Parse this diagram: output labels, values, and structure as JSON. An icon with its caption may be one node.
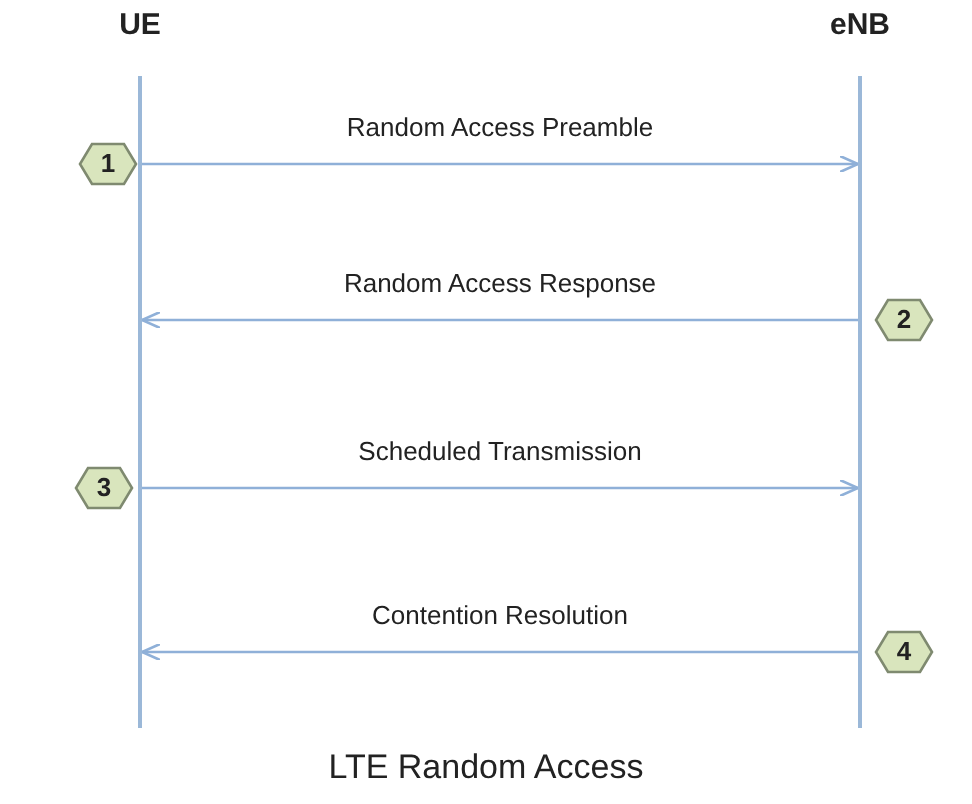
{
  "diagram": {
    "caption": "LTE Random Access",
    "nodes": [
      {
        "text": [
          "UE"
        ]
      },
      {
        "text": [
          "eNB"
        ]
      },
      {
        "text": [
          "1"
        ]
      },
      {
        "text": [
          "2"
        ]
      },
      {
        "text": [
          "3"
        ]
      },
      {
        "text": [
          "4"
        ]
      }
    ],
    "edges": [
      {
        "from": 0,
        "to": 1,
        "arrow": "to",
        "label": "Random Access Preamble"
      },
      {
        "from": 1,
        "to": 0,
        "arrow": "to",
        "label": "Random Access Response"
      },
      {
        "from": 0,
        "to": 1,
        "arrow": "to",
        "label": "Scheduled Transmission"
      },
      {
        "from": 1,
        "to": 0,
        "arrow": "to",
        "label": "Contention Resolution"
      }
    ]
  }
}
